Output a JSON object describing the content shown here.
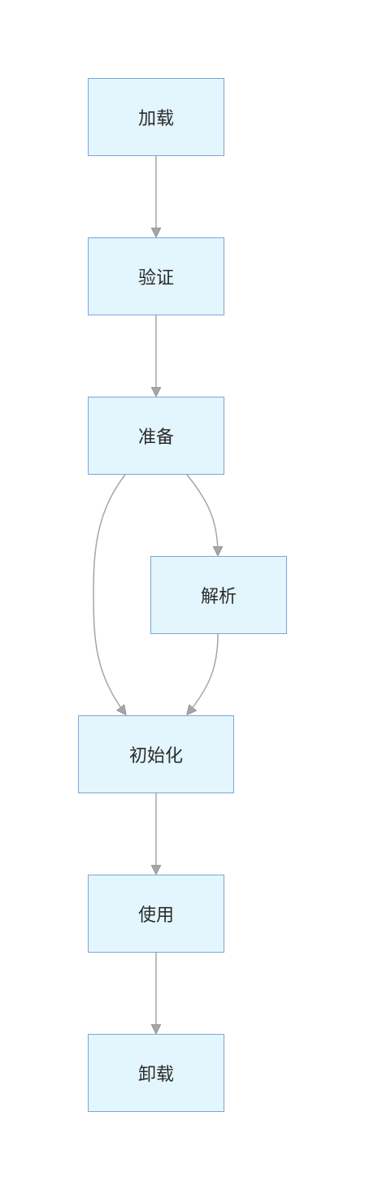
{
  "nodes": {
    "load": "加载",
    "verify": "验证",
    "prepare": "准备",
    "resolve": "解析",
    "initialize": "初始化",
    "use": "使用",
    "unload": "卸载"
  },
  "edges": [
    [
      "load",
      "verify"
    ],
    [
      "verify",
      "prepare"
    ],
    [
      "prepare",
      "resolve"
    ],
    [
      "prepare",
      "initialize"
    ],
    [
      "resolve",
      "initialize"
    ],
    [
      "initialize",
      "use"
    ],
    [
      "use",
      "unload"
    ]
  ],
  "colors": {
    "node_fill": "#e3f5fd",
    "node_border": "#7aa6d6",
    "edge": "#a6a6a6"
  }
}
